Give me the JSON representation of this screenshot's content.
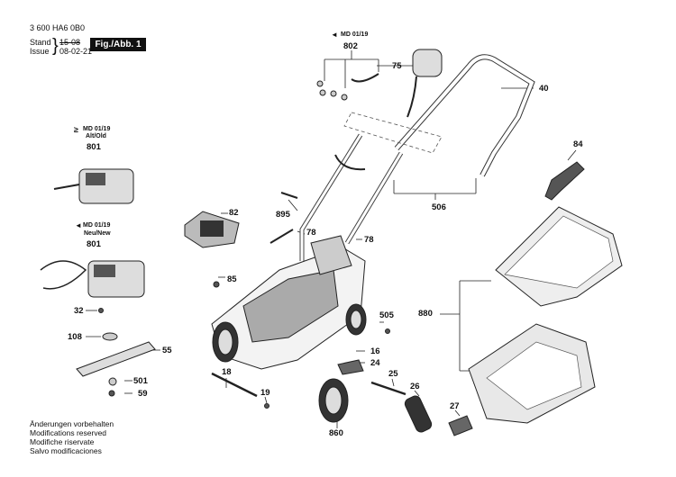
{
  "header": {
    "part_number": "3 600 HA6 0B0",
    "stand_label": "Stand",
    "issue_label": "Issue",
    "stand_date_old": "15-08",
    "issue_date": "08-02-21",
    "figure_label": "Fig./Abb. 1"
  },
  "notes": {
    "md_802": "MD 01/19",
    "md_801_old": "MD 01/19",
    "alt_old": "Alt/Old",
    "md_801_new": "MD 01/19",
    "neu_new": "Neu/New"
  },
  "parts": {
    "p802": "802",
    "p75": "75",
    "p40": "40",
    "p801a": "801",
    "p84": "84",
    "p82": "82",
    "p895": "895",
    "p506": "506",
    "p801b": "801",
    "p78a": "78",
    "p78b": "78",
    "p85": "85",
    "p880": "880",
    "p32": "32",
    "p505": "505",
    "p108": "108",
    "p55": "55",
    "p16": "16",
    "p24": "24",
    "p501": "501",
    "p59": "59",
    "p18": "18",
    "p25": "25",
    "p26": "26",
    "p19": "19",
    "p27": "27",
    "p860": "860"
  },
  "footer": {
    "line1": "Änderungen vorbehalten",
    "line2": "Modifications reserved",
    "line3": "Modifiche riservate",
    "line4": "Salvo modificaciones"
  }
}
